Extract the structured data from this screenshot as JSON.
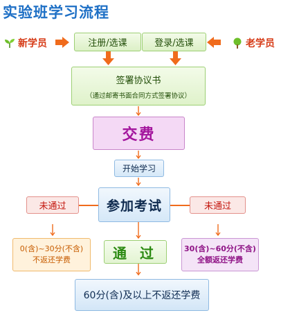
{
  "title": "实验班学习流程",
  "new_student": "新学员",
  "old_student": "老学员",
  "register_new": "注册/选课",
  "register_old": "登录/选课",
  "sign": {
    "title": "签署协议书",
    "subtitle": "（通过邮寄书面合同方式签署协议）"
  },
  "pay": "交费",
  "start": "开始学习",
  "exam": "参加考试",
  "fail_left": "未通过",
  "fail_right": "未通过",
  "pass": "通 过",
  "low_score": {
    "line1": "0(含)~30分(不含)",
    "line2": "不返还学费"
  },
  "mid_score": {
    "line1": "30(含)~60分(不含)",
    "line2": "全额返还学费"
  },
  "high_score": "60分(含)及以上不返还学费",
  "colors": {
    "arrow": "#f06b1c",
    "title": "#1d6fc5",
    "leaf": "#6ebf2a"
  },
  "icons": [
    "leaf-icon",
    "arrow-right-icon",
    "arrow-left-icon",
    "arrow-down-icon"
  ]
}
